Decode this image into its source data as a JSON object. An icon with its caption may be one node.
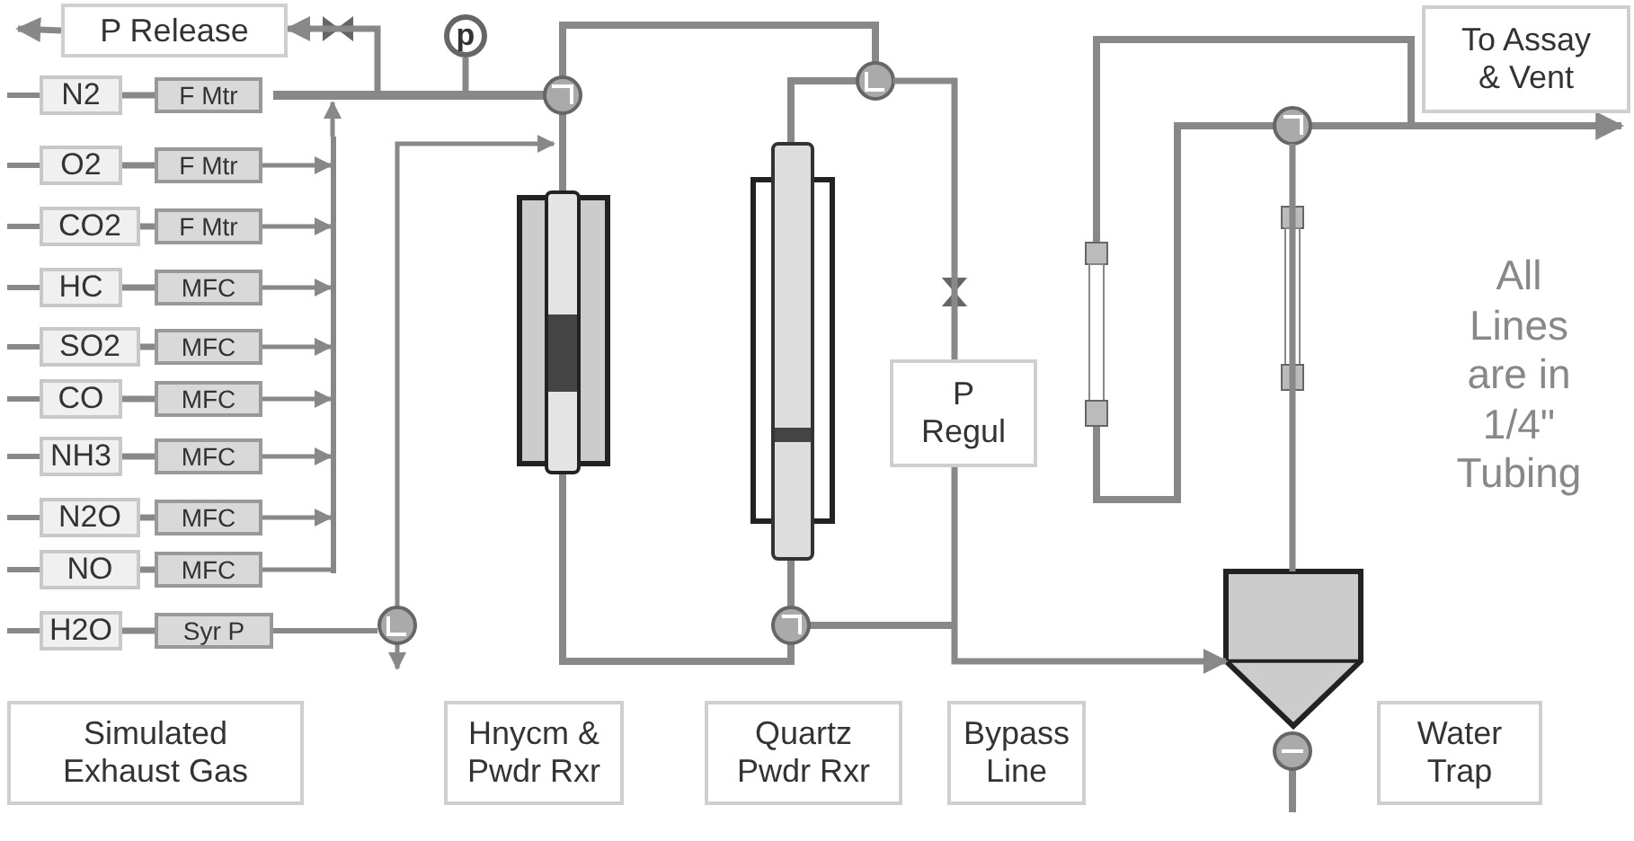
{
  "diagram": {
    "nodes": [
      {
        "text": [
          "P Release"
        ]
      },
      {
        "text": [
          "N2"
        ]
      },
      {
        "text": [
          "F Mtr"
        ]
      },
      {
        "text": [
          "O2"
        ]
      },
      {
        "text": [
          "F Mtr"
        ]
      },
      {
        "text": [
          "CO2"
        ]
      },
      {
        "text": [
          "F Mtr"
        ]
      },
      {
        "text": [
          "HC"
        ]
      },
      {
        "text": [
          "MFC"
        ]
      },
      {
        "text": [
          "SO2"
        ]
      },
      {
        "text": [
          "MFC"
        ]
      },
      {
        "text": [
          "CO"
        ]
      },
      {
        "text": [
          "MFC"
        ]
      },
      {
        "text": [
          "NH3"
        ]
      },
      {
        "text": [
          "MFC"
        ]
      },
      {
        "text": [
          "N2O"
        ]
      },
      {
        "text": [
          "MFC"
        ]
      },
      {
        "text": [
          "NO"
        ]
      },
      {
        "text": [
          "MFC"
        ]
      },
      {
        "text": [
          "H2O"
        ]
      },
      {
        "text": [
          "Syr P"
        ]
      },
      {
        "text": [
          "p"
        ]
      },
      {
        "text": [
          "P Regul"
        ]
      },
      {
        "text": [
          "To Assay & Vent"
        ]
      },
      {
        "text": [
          "Simulated Exhaust Gas"
        ]
      },
      {
        "text": [
          "Hnycm & Pwdr Rxr"
        ]
      },
      {
        "text": [
          "Quartz Pwdr Rxr"
        ]
      },
      {
        "text": [
          "Bypass Line"
        ]
      },
      {
        "text": [
          "Water Trap"
        ]
      },
      {
        "text": [],
        "shape": "box"
      },
      {
        "text": [],
        "shape": "bar"
      }
    ],
    "edges": [
      {
        "from": 0,
        "to": null,
        "arrow": "to"
      },
      {
        "from": 1,
        "to": 2,
        "arrow": "none"
      },
      {
        "from": 3,
        "to": 4,
        "arrow": "none"
      },
      {
        "from": 5,
        "to": 6,
        "arrow": "none"
      },
      {
        "from": 7,
        "to": 8,
        "arrow": "none"
      },
      {
        "from": 9,
        "to": 10,
        "arrow": "none"
      },
      {
        "from": 11,
        "to": 12,
        "arrow": "none"
      },
      {
        "from": 13,
        "to": 14,
        "arrow": "none"
      },
      {
        "from": 15,
        "to": 16,
        "arrow": "none"
      },
      {
        "from": 17,
        "to": 18,
        "arrow": "none"
      },
      {
        "from": 19,
        "to": 20,
        "arrow": "none"
      },
      {
        "from": null,
        "to": 0,
        "arrow": "to"
      },
      {
        "from": null,
        "to": 21,
        "arrow": "none"
      },
      {
        "from": null,
        "to": 22,
        "arrow": "none"
      },
      {
        "from": 22,
        "to": 29,
        "arrow": "to"
      },
      {
        "from": 29,
        "to": null,
        "arrow": "none"
      },
      {
        "from": 4,
        "to": 30,
        "arrow": "to"
      },
      {
        "from": 6,
        "to": 30,
        "arrow": "to"
      },
      {
        "from": 8,
        "to": 30,
        "arrow": "to"
      },
      {
        "from": 10,
        "to": 30,
        "arrow": "to"
      },
      {
        "from": 12,
        "to": 30,
        "arrow": "to"
      },
      {
        "from": 14,
        "to": 30,
        "arrow": "to"
      },
      {
        "from": 16,
        "to": 30,
        "arrow": "to"
      },
      {
        "from": 18,
        "to": 30,
        "arrow": "none"
      },
      {
        "from": 30,
        "to": null,
        "arrow": "to"
      }
    ],
    "labels": [
      "All Lines are in 1/4\" Tubing"
    ]
  }
}
